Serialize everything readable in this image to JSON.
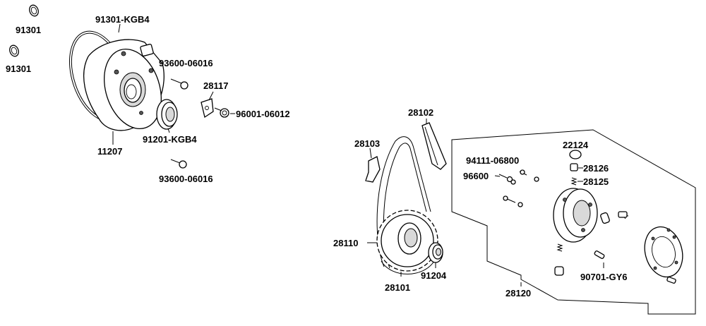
{
  "labels": {
    "oring_a": "91301",
    "oring_b": "91301",
    "pump_oring": "91301-KGB4",
    "pump_body": "11207",
    "oil_seal": "91201-KGB4",
    "bolt_upper": "93600-06016",
    "bolt_lower": "93600-06016",
    "plate": "28117",
    "flange_bolt": "96001-06012",
    "chain_guide_upper": "28102",
    "chain_guide_lower": "28103",
    "chain": "28110",
    "sprocket": "28101",
    "sprocket_seal": "91204",
    "assy_screw": "94111-06800",
    "assy_washer": "96600",
    "cap": "22124",
    "valve": "28126",
    "spring": "28125",
    "assembly": "28120",
    "pin": "90701-GY6"
  }
}
